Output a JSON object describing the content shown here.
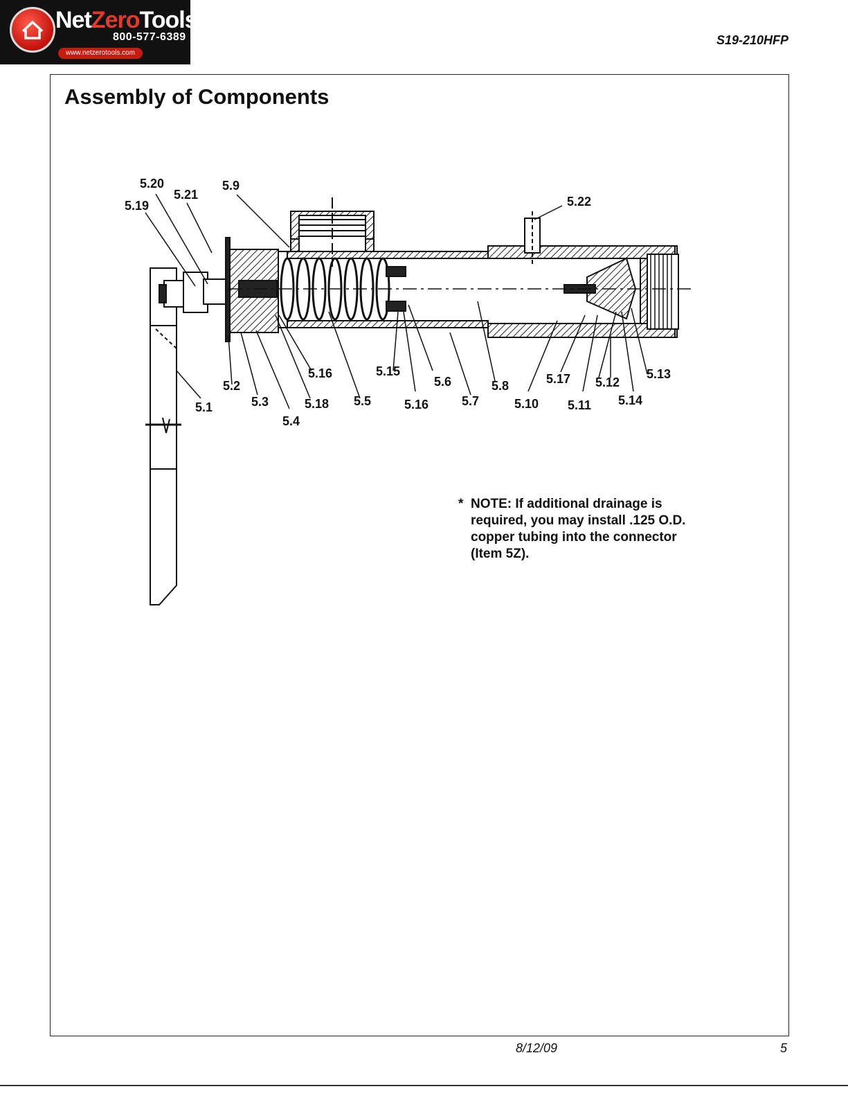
{
  "header": {
    "logo": {
      "brand_part1": "Net",
      "brand_part2": "Zero",
      "brand_part3": "Tools",
      "phone": "800-577-6389",
      "url": "www.netzerotools.com",
      "colors": {
        "bg": "#111111",
        "accent": "#e23a2a"
      }
    },
    "doc_code": "S19-210HFP"
  },
  "page": {
    "title": "Assembly of Components"
  },
  "diagram": {
    "callouts": [
      "5.20",
      "5.21",
      "5.19",
      "5.9",
      "5.22",
      "5.16",
      "5.15",
      "5.6",
      "5.8",
      "5.17",
      "5.12",
      "5.13",
      "5.2",
      "5.3",
      "5.18",
      "5.5",
      "5.16",
      "5.7",
      "5.10",
      "5.11",
      "5.14",
      "5.1",
      "5.4"
    ]
  },
  "note": {
    "star": "*",
    "text": "NOTE:  If additional drainage is\nrequired, you may install .125 O.D.\ncopper tubing into the connector\n(Item 5Z)."
  },
  "footer": {
    "date": "8/12/09",
    "page_number": "5"
  }
}
